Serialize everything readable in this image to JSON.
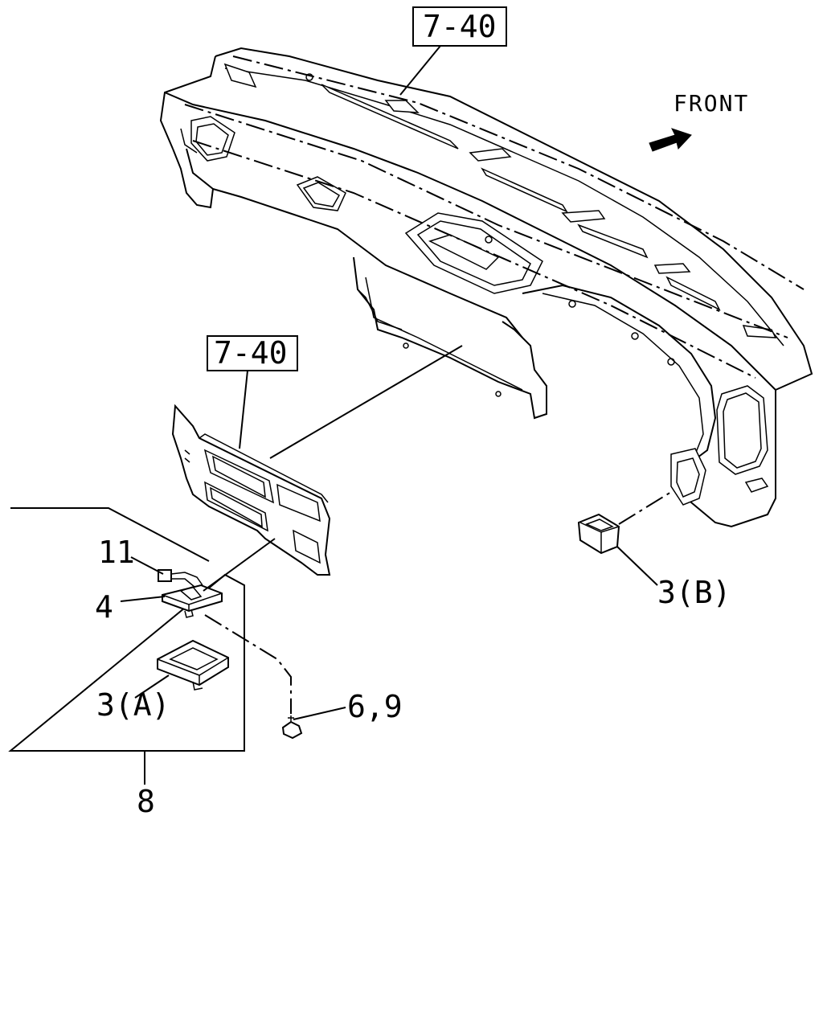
{
  "labels": {
    "ref_top": "7-40",
    "ref_mid": "7-40",
    "front": "FRONT",
    "part_3b": "3(B)",
    "part_11": "11",
    "part_4": "4",
    "part_3a": "3(A)",
    "part_69": "6,9",
    "part_8": "8"
  }
}
